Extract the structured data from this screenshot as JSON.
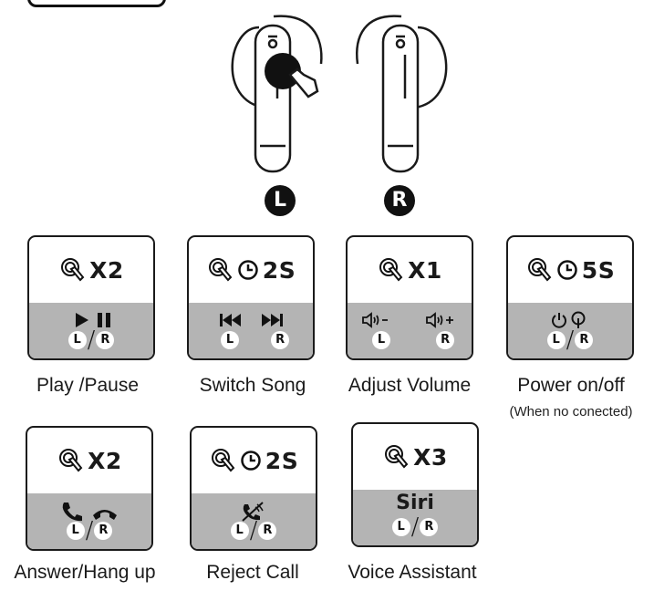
{
  "badges": {
    "left": "L",
    "right": "R"
  },
  "chips": {
    "left": "L",
    "right": "R"
  },
  "cards": [
    {
      "gesture": "X2",
      "hold": "",
      "caption": "Play /Pause",
      "icons": [
        "play-icon",
        "pause-icon"
      ]
    },
    {
      "gesture": "",
      "hold": "2S",
      "caption": "Switch Song",
      "icons": [
        "previous-track-icon",
        "next-track-icon"
      ]
    },
    {
      "gesture": "X1",
      "hold": "",
      "caption": "Adjust Volume",
      "icons": [
        "volume-down-icon",
        "volume-up-icon"
      ]
    },
    {
      "gesture": "",
      "hold": "5S",
      "caption": "Power on/off",
      "subcaption": "(When no conected)",
      "icons": [
        "power-on-icon",
        "power-off-icon"
      ]
    },
    {
      "gesture": "X2",
      "hold": "",
      "caption": "Answer/Hang up",
      "icons": [
        "answer-call-icon",
        "hang-up-icon"
      ]
    },
    {
      "gesture": "",
      "hold": "2S",
      "caption": "Reject Call",
      "icons": [
        "reject-call-icon"
      ]
    },
    {
      "gesture": "X3",
      "hold": "",
      "caption": "Voice Assistant",
      "label": "Siri",
      "icons": [
        "tap-icon"
      ]
    }
  ]
}
